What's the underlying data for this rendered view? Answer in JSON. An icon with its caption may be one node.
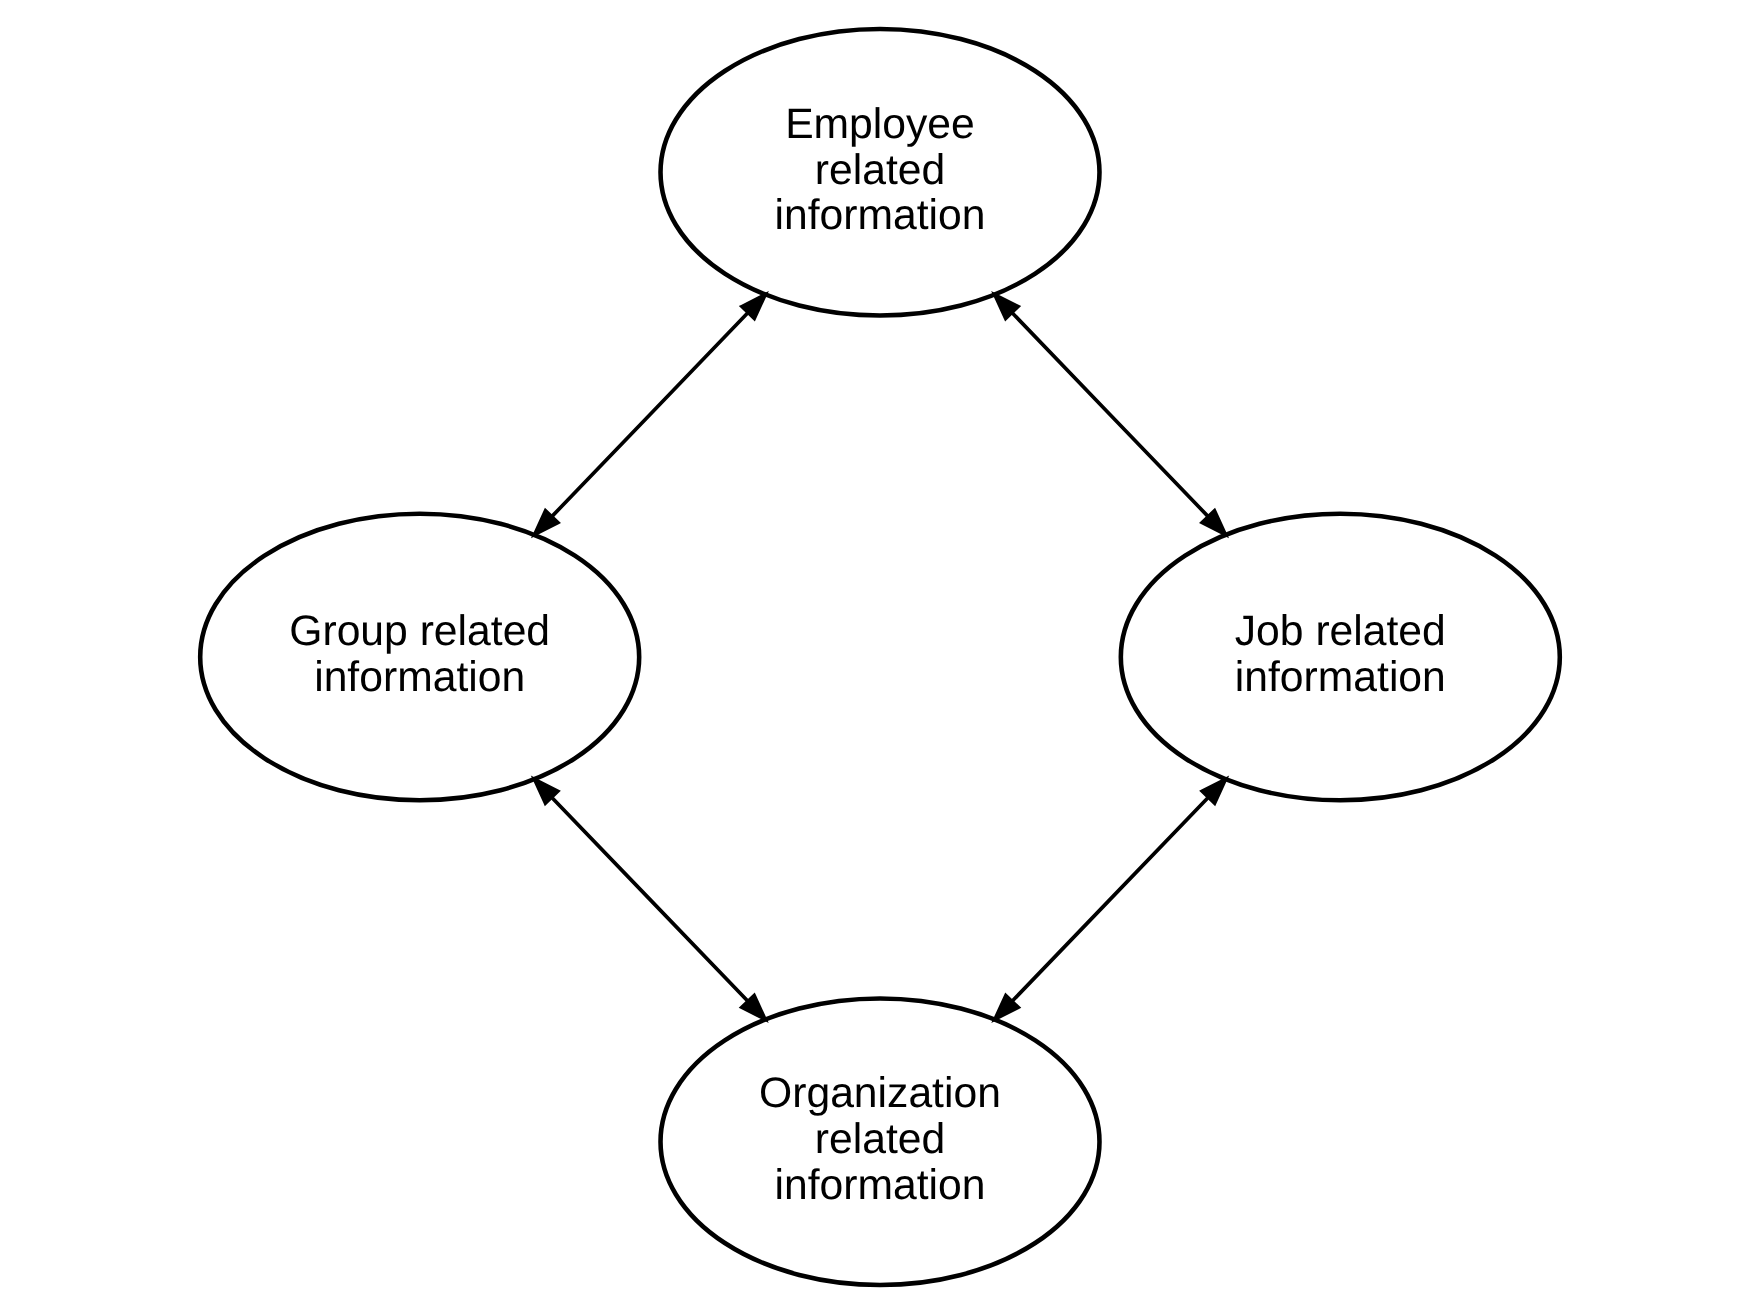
{
  "diagram": {
    "nodes": [
      {
        "text": [
          "Employee related information"
        ]
      },
      {
        "text": [
          "Job related information"
        ]
      },
      {
        "text": [
          "Group related information"
        ]
      },
      {
        "text": [
          "Organization related information"
        ]
      }
    ],
    "edges": [
      {
        "from": 1,
        "to": 0,
        "arrow": "both"
      },
      {
        "from": 0,
        "to": 2,
        "arrow": "both"
      },
      {
        "from": 1,
        "to": 3,
        "arrow": "both"
      },
      {
        "from": 3,
        "to": 2,
        "arrow": "both"
      }
    ]
  }
}
